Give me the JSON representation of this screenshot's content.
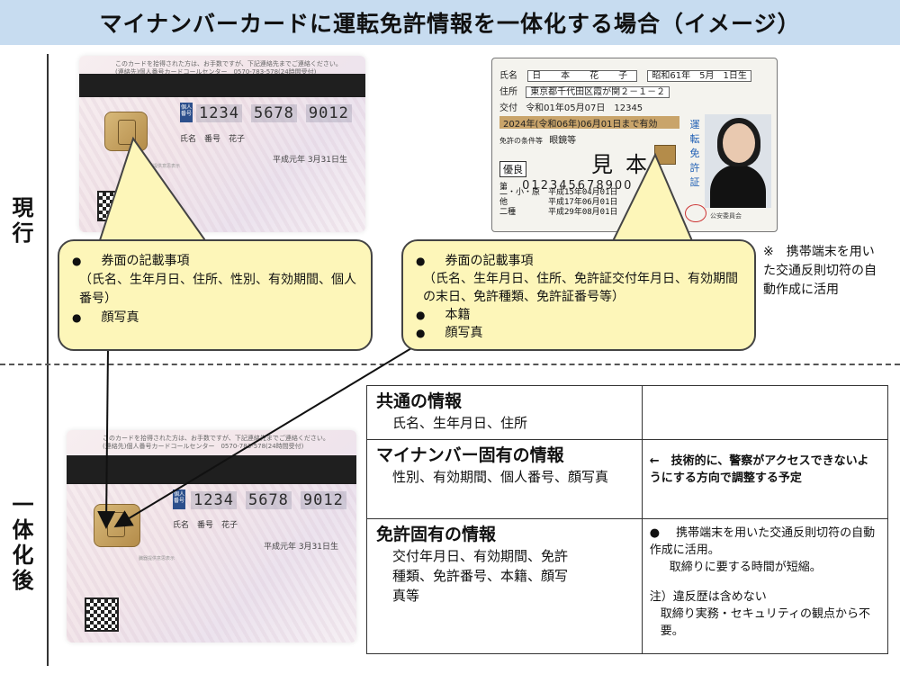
{
  "header": {
    "title": "マイナンバーカードに運転免許情報を一体化する場合（イメージ）"
  },
  "side_labels": {
    "current": "現行",
    "after": "一体化後"
  },
  "mynumber_card": {
    "top_note": "このカードを拾得された方は、お手数ですが、下記連絡先までご連絡ください。",
    "top_note2": "(連絡先)個人番号カードコールセンター　0570-783-578(24時間受付)",
    "tag": "個人番号",
    "number_parts": [
      "1234",
      "5678",
      "9012"
    ],
    "name": "氏名　番号　花子",
    "expiry": "平成元年 3月31日生",
    "microtext": "臓器提供意思表示"
  },
  "license_card": {
    "name_label": "氏名",
    "name": "日　本　花　子",
    "birth": "昭和61年　5月　1日生",
    "address_label": "住所",
    "address": "東京都千代田区霞が関２－１－２",
    "issue_label": "交付",
    "issue": "令和01年05月07日　12345",
    "validity": "2024年(令和06年)06月01日まで有効",
    "cond_label": "免許の条件等",
    "cond": "眼鏡等",
    "yuryo": "優良",
    "sample": "見本",
    "vertical": "運転免許証",
    "number_label": "第",
    "number": "012345678900",
    "history": [
      "二・小・原　平成15年04月01日",
      "他　　　　　平成17年06月01日",
      "二種　　　　平成29年08月01日"
    ],
    "stamp": "公安委員会"
  },
  "callout_current_left": {
    "items": [
      "券面の記載事項",
      "（氏名、生年月日、住所、性別、有効期間、個人番号）",
      "顔写真"
    ]
  },
  "callout_current_right": {
    "items": [
      "券面の記載事項",
      "（氏名、生年月日、住所、免許証交付年月日、有効期間の末日、免許種類、免許証番号等）",
      "本籍",
      "顔写真"
    ]
  },
  "side_note": "※　携帯端末を用いた交通反則切符の自動作成に活用",
  "table": {
    "rows": [
      {
        "title": "共通の情報",
        "body": "氏名、生年月日、住所",
        "right": ""
      },
      {
        "title": "マイナンバー固有の情報",
        "body": "性別、有効期間、個人番号、顔写真",
        "right": "←　技術的に、警察がアクセスできないようにする方向で調整する予定"
      },
      {
        "title": "免許固有の情報",
        "body": "交付年月日、有効期間、免許種類、免許番号、本籍、顔写真等",
        "right_bullet": "携帯端末を用いた交通反則切符の自動作成に活用。",
        "right_line2": "取締りに要する時間が短縮。",
        "right_note": "注）違反歴は含めない",
        "right_note2": "取締り実務・セキュリティの観点から不要。"
      }
    ]
  }
}
